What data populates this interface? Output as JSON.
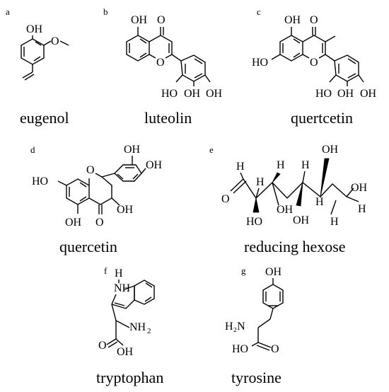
{
  "panels": [
    {
      "letter": "a",
      "name": "eugenol"
    },
    {
      "letter": "b",
      "name": "luteolin"
    },
    {
      "letter": "c",
      "name": "quertcetin"
    },
    {
      "letter": "d",
      "name": "quercetin"
    },
    {
      "letter": "e",
      "name": "reducing hexose"
    },
    {
      "letter": "f",
      "name": "tryptophan"
    },
    {
      "letter": "g",
      "name": "tyrosine"
    }
  ],
  "atoms": {
    "oh": "OH",
    "ho": "HO",
    "o": "O",
    "h": "H",
    "nh": "NH",
    "h2n": "H₂N",
    "sub2": "2"
  }
}
